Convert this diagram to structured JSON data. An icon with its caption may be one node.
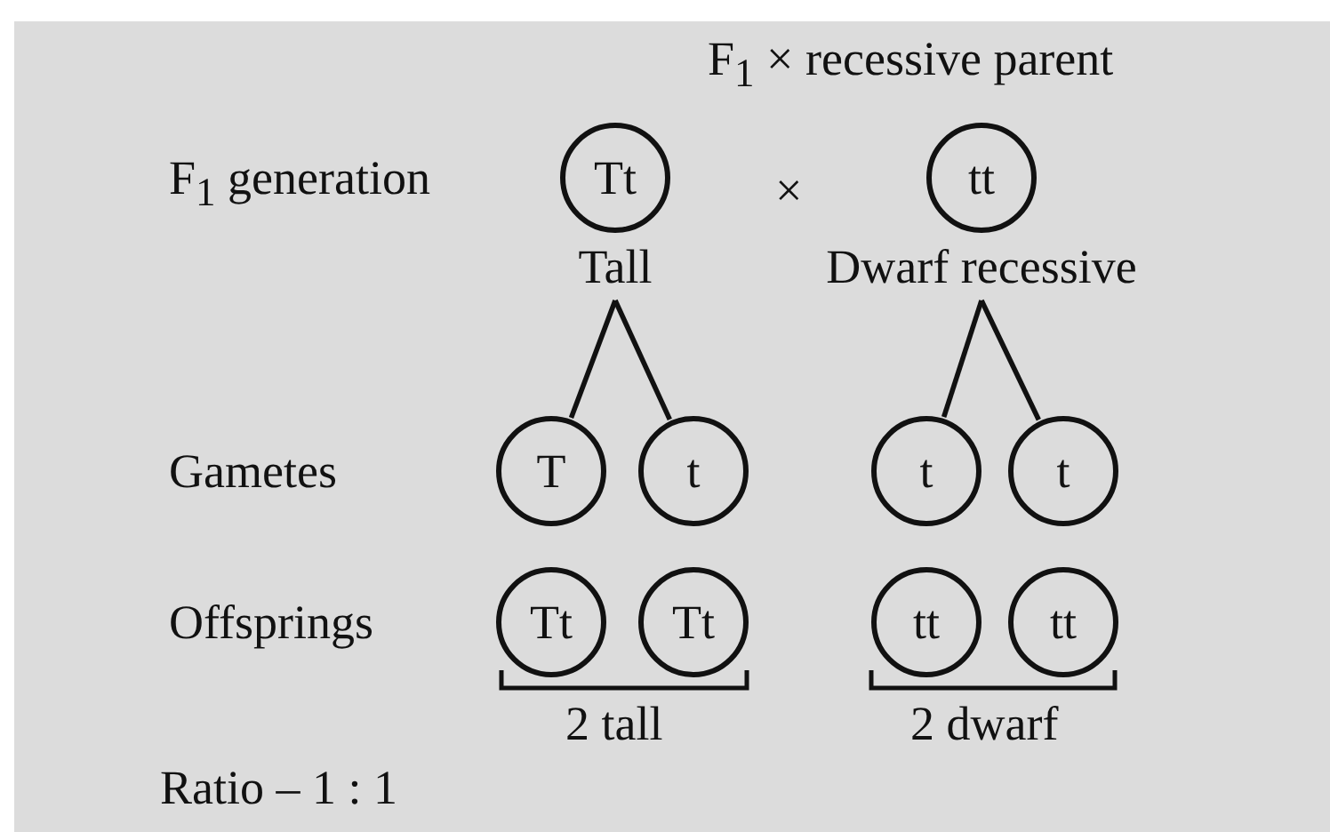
{
  "diagram": {
    "nodes": [
      {
        "text": [
          "Tt"
        ],
        "beside": [
          "Tall"
        ]
      },
      {
        "text": [
          "tt"
        ],
        "beside": [
          "Dwarf recessive"
        ]
      },
      {
        "text": [
          "T"
        ]
      },
      {
        "text": [
          "t"
        ]
      },
      {
        "text": [
          "t"
        ]
      },
      {
        "text": [
          "t"
        ]
      },
      {
        "text": [
          "Tt"
        ]
      },
      {
        "text": [
          "Tt"
        ]
      },
      {
        "text": [
          "tt"
        ]
      },
      {
        "text": [
          "tt"
        ]
      }
    ],
    "edges": [
      {
        "from": 0,
        "to": 2,
        "arrow": "none"
      },
      {
        "from": 0,
        "to": 3,
        "arrow": "none"
      },
      {
        "from": 1,
        "to": 4,
        "arrow": "none"
      },
      {
        "from": 1,
        "to": 5,
        "arrow": "none"
      }
    ],
    "labels": [
      "F$_{1}$ × recessive parent",
      "F$_{1}$ generation",
      "×",
      "Gametes",
      "Offsprings",
      "2 tall",
      "2 dwarf",
      "Ratio – 1 : 1"
    ]
  }
}
